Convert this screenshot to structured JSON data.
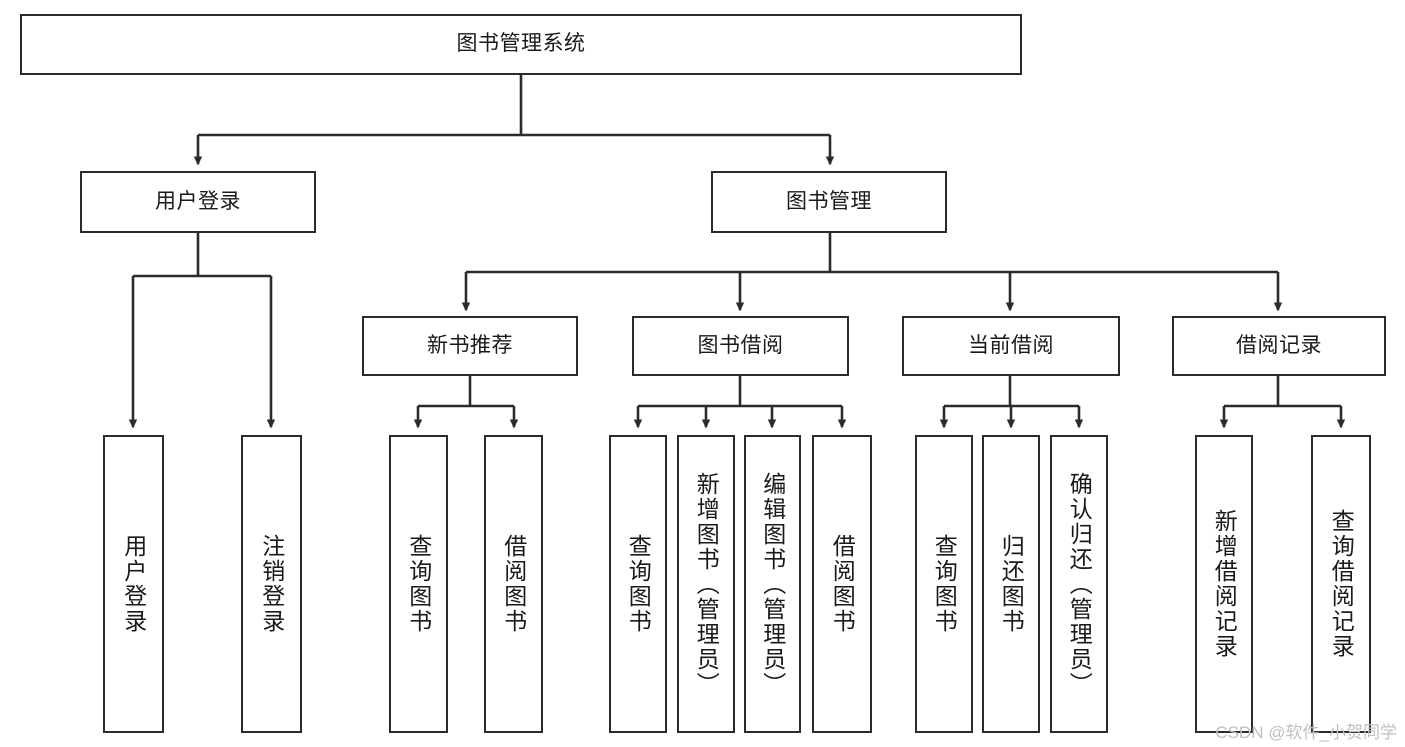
{
  "diagram": {
    "title": "图书管理系统",
    "type": "tree",
    "watermark": "CSDN @软件_小贺同学",
    "colors": {
      "box_border": "#2b2b2b",
      "box_fill": "#ffffff",
      "edge": "#2b2b2b",
      "text": "#1a1a1a",
      "watermark": "#bfbfbf"
    },
    "nodes": {
      "root": {
        "label": "图书管理系统"
      },
      "level2": [
        {
          "id": "user-login",
          "label": "用户登录"
        },
        {
          "id": "book-manage",
          "label": "图书管理"
        }
      ],
      "level3": [
        {
          "id": "new-book-recommend",
          "label": "新书推荐"
        },
        {
          "id": "book-borrow",
          "label": "图书借阅"
        },
        {
          "id": "current-borrow",
          "label": "当前借阅"
        },
        {
          "id": "borrow-record",
          "label": "借阅记录"
        }
      ],
      "leaves": {
        "user_login": [
          {
            "id": "leaf-user-login",
            "label": "用户登录"
          },
          {
            "id": "leaf-logout",
            "label": "注销登录"
          }
        ],
        "new_book_recommend": [
          {
            "id": "leaf-query-book-1",
            "label": "查询图书"
          },
          {
            "id": "leaf-borrow-book-1",
            "label": "借阅图书"
          }
        ],
        "book_borrow": [
          {
            "id": "leaf-query-book-2",
            "label": "查询图书"
          },
          {
            "id": "leaf-add-book",
            "label": "新增图书（管理员）"
          },
          {
            "id": "leaf-edit-book",
            "label": "编辑图书（管理员）"
          },
          {
            "id": "leaf-borrow-book-2",
            "label": "借阅图书"
          }
        ],
        "current_borrow": [
          {
            "id": "leaf-query-book-3",
            "label": "查询图书"
          },
          {
            "id": "leaf-return-book",
            "label": "归还图书"
          },
          {
            "id": "leaf-confirm-return",
            "label": "确认归还（管理员）"
          }
        ],
        "borrow_record": [
          {
            "id": "leaf-add-record",
            "label": "新增借阅记录"
          },
          {
            "id": "leaf-query-record",
            "label": "查询借阅记录"
          }
        ]
      }
    }
  }
}
